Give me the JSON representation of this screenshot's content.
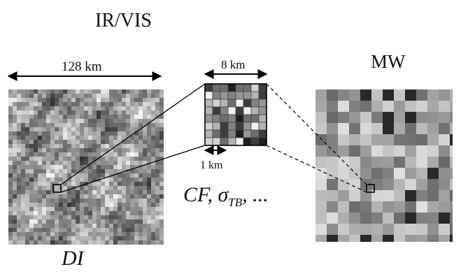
{
  "labels": {
    "ir_vis_title": "IR/VIS",
    "mw_title": "MW",
    "scale_128": "128 km",
    "scale_8": "8 km",
    "scale_1": "1 km",
    "di_label": "DI",
    "cf_prefix": "CF,  σ",
    "cf_sub": "TB",
    "cf_suffix": ", ..."
  }
}
